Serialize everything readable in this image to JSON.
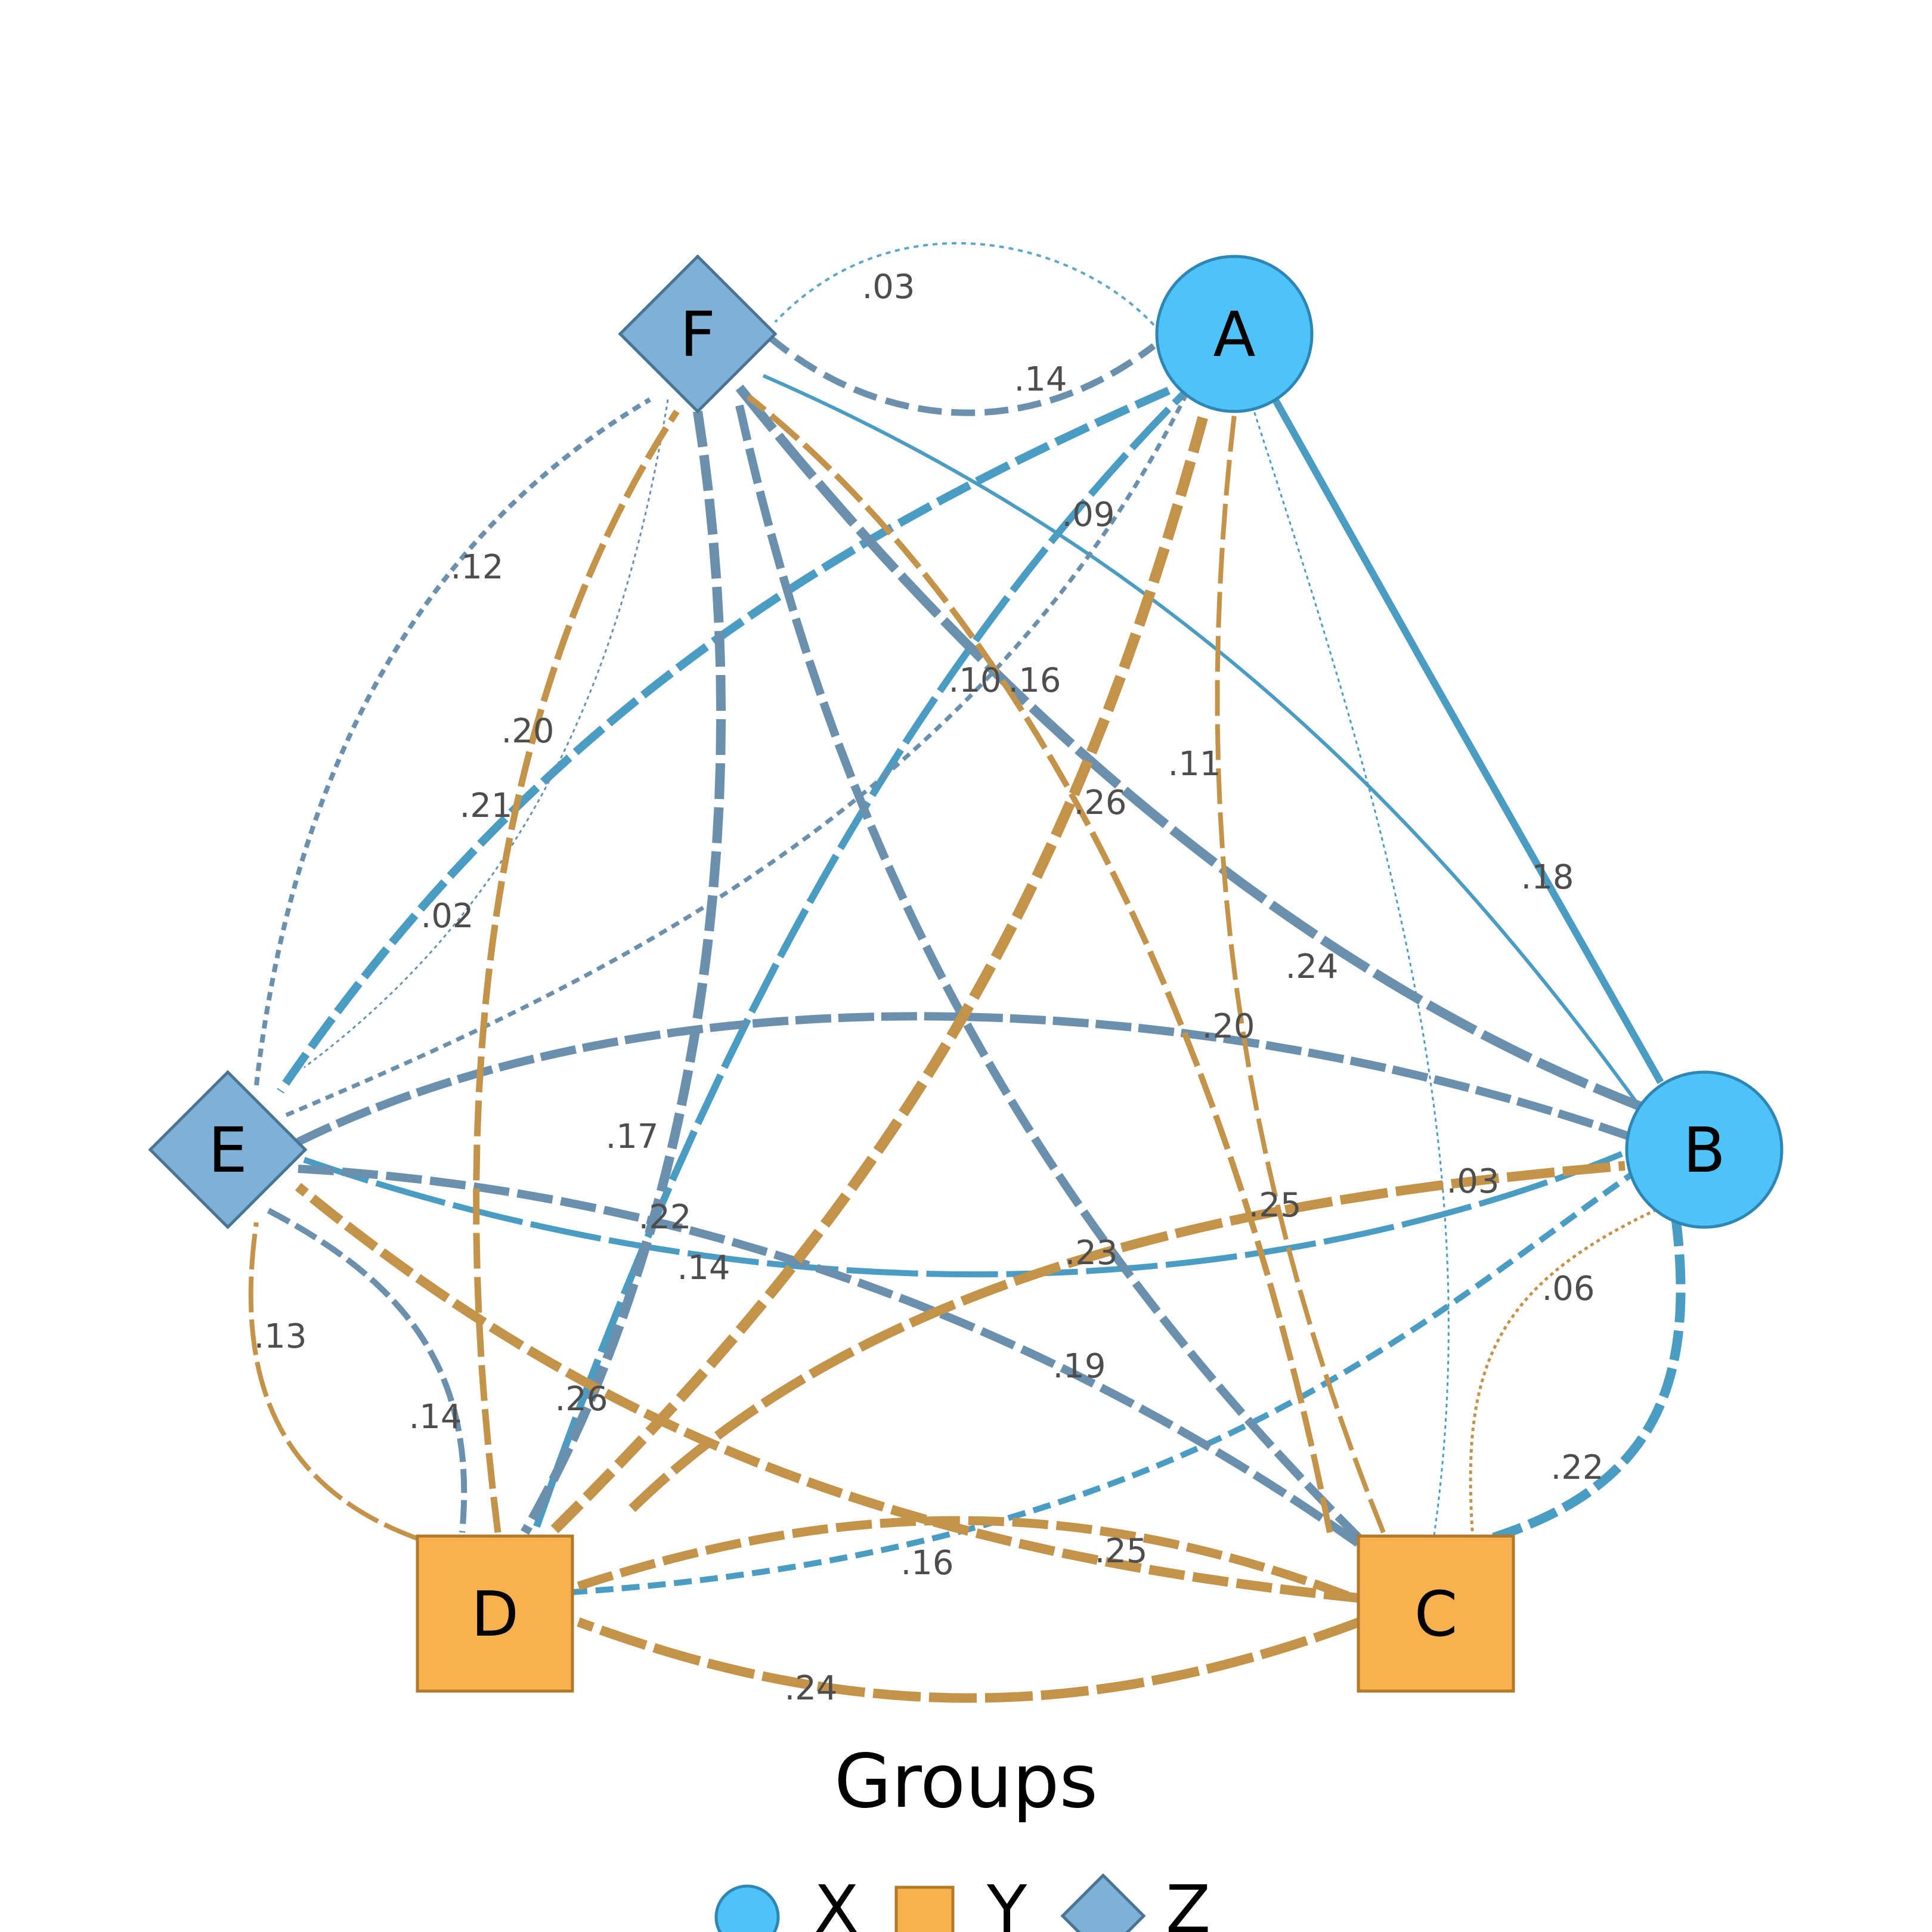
{
  "diagram": {
    "colors": {
      "x_fill": "#4FC3F7",
      "x_stroke": "#2E86B5",
      "y_fill": "#F7B24F",
      "y_stroke": "#B07A2A",
      "z_fill": "#7FB0D5",
      "z_stroke": "#4A7494",
      "edge_blue": "#4A9CC2",
      "edge_steel": "#6A90AE",
      "edge_gold": "#C4934A"
    },
    "nodes": [
      {
        "id": "A",
        "label": "A",
        "group": "X",
        "shape": "circle"
      },
      {
        "id": "B",
        "label": "B",
        "group": "X",
        "shape": "circle"
      },
      {
        "id": "C",
        "label": "C",
        "group": "Y",
        "shape": "square"
      },
      {
        "id": "D",
        "label": "D",
        "group": "Y",
        "shape": "square"
      },
      {
        "id": "E",
        "label": "E",
        "group": "Z",
        "shape": "diamond"
      },
      {
        "id": "F",
        "label": "F",
        "group": "Z",
        "shape": "diamond"
      }
    ],
    "edges": [
      {
        "from": "A",
        "to": "F",
        "weight": ".03",
        "color": "blue"
      },
      {
        "from": "F",
        "to": "A",
        "weight": ".14",
        "color": "steel"
      },
      {
        "from": "A",
        "to": "E",
        "weight": ".21",
        "color": "blue"
      },
      {
        "from": "E",
        "to": "F",
        "weight": ".12",
        "color": "steel"
      },
      {
        "from": "D",
        "to": "F",
        "weight": ".20",
        "color": "gold"
      },
      {
        "from": "B",
        "to": "F",
        "weight": ".09",
        "color": "blue"
      },
      {
        "from": "D",
        "to": "A",
        "weight": ".10",
        "color": "blue"
      },
      {
        "from": "C",
        "to": "F",
        "weight": ".16",
        "color": "gold"
      },
      {
        "from": "D",
        "to": "A",
        "weight": ".26",
        "color": "gold"
      },
      {
        "from": "C",
        "to": "A",
        "weight": ".11",
        "color": "gold"
      },
      {
        "from": "A",
        "to": "B",
        "weight": ".18",
        "color": "blue"
      },
      {
        "from": "F",
        "to": "B",
        "weight": ".24",
        "color": "steel"
      },
      {
        "from": "E",
        "to": "B",
        "weight": ".20",
        "color": "steel"
      },
      {
        "from": "F",
        "to": "E",
        "weight": ".02",
        "color": "steel"
      },
      {
        "from": "F",
        "to": "D",
        "weight": ".17",
        "color": "steel"
      },
      {
        "from": "E",
        "to": "C",
        "weight": ".22",
        "color": "steel"
      },
      {
        "from": "B",
        "to": "E",
        "weight": ".14",
        "color": "blue"
      },
      {
        "from": "A",
        "to": "C",
        "weight": ".25",
        "color": "blue"
      },
      {
        "from": "D",
        "to": "B",
        "weight": ".03",
        "color": "gold"
      },
      {
        "from": "F",
        "to": "C",
        "weight": ".23",
        "color": "steel"
      },
      {
        "from": "C",
        "to": "B",
        "weight": ".06",
        "color": "gold"
      },
      {
        "from": "D",
        "to": "E",
        "weight": ".13",
        "color": "gold"
      },
      {
        "from": "E",
        "to": "D",
        "weight": ".14",
        "color": "steel"
      },
      {
        "from": "E",
        "to": "A",
        "weight": ".19",
        "color": "steel"
      },
      {
        "from": "C",
        "to": "E",
        "weight": ".26",
        "color": "gold"
      },
      {
        "from": "B",
        "to": "C",
        "weight": ".22",
        "color": "blue"
      },
      {
        "from": "D",
        "to": "C",
        "weight": ".25",
        "color": "gold"
      },
      {
        "from": "B",
        "to": "D",
        "weight": ".16",
        "color": "blue"
      },
      {
        "from": "C",
        "to": "D",
        "weight": ".24",
        "color": "gold"
      }
    ]
  },
  "legend": {
    "title": "Groups",
    "items": [
      {
        "label": "X",
        "shape": "circle"
      },
      {
        "label": "Y",
        "shape": "square"
      },
      {
        "label": "Z",
        "shape": "diamond"
      }
    ]
  }
}
